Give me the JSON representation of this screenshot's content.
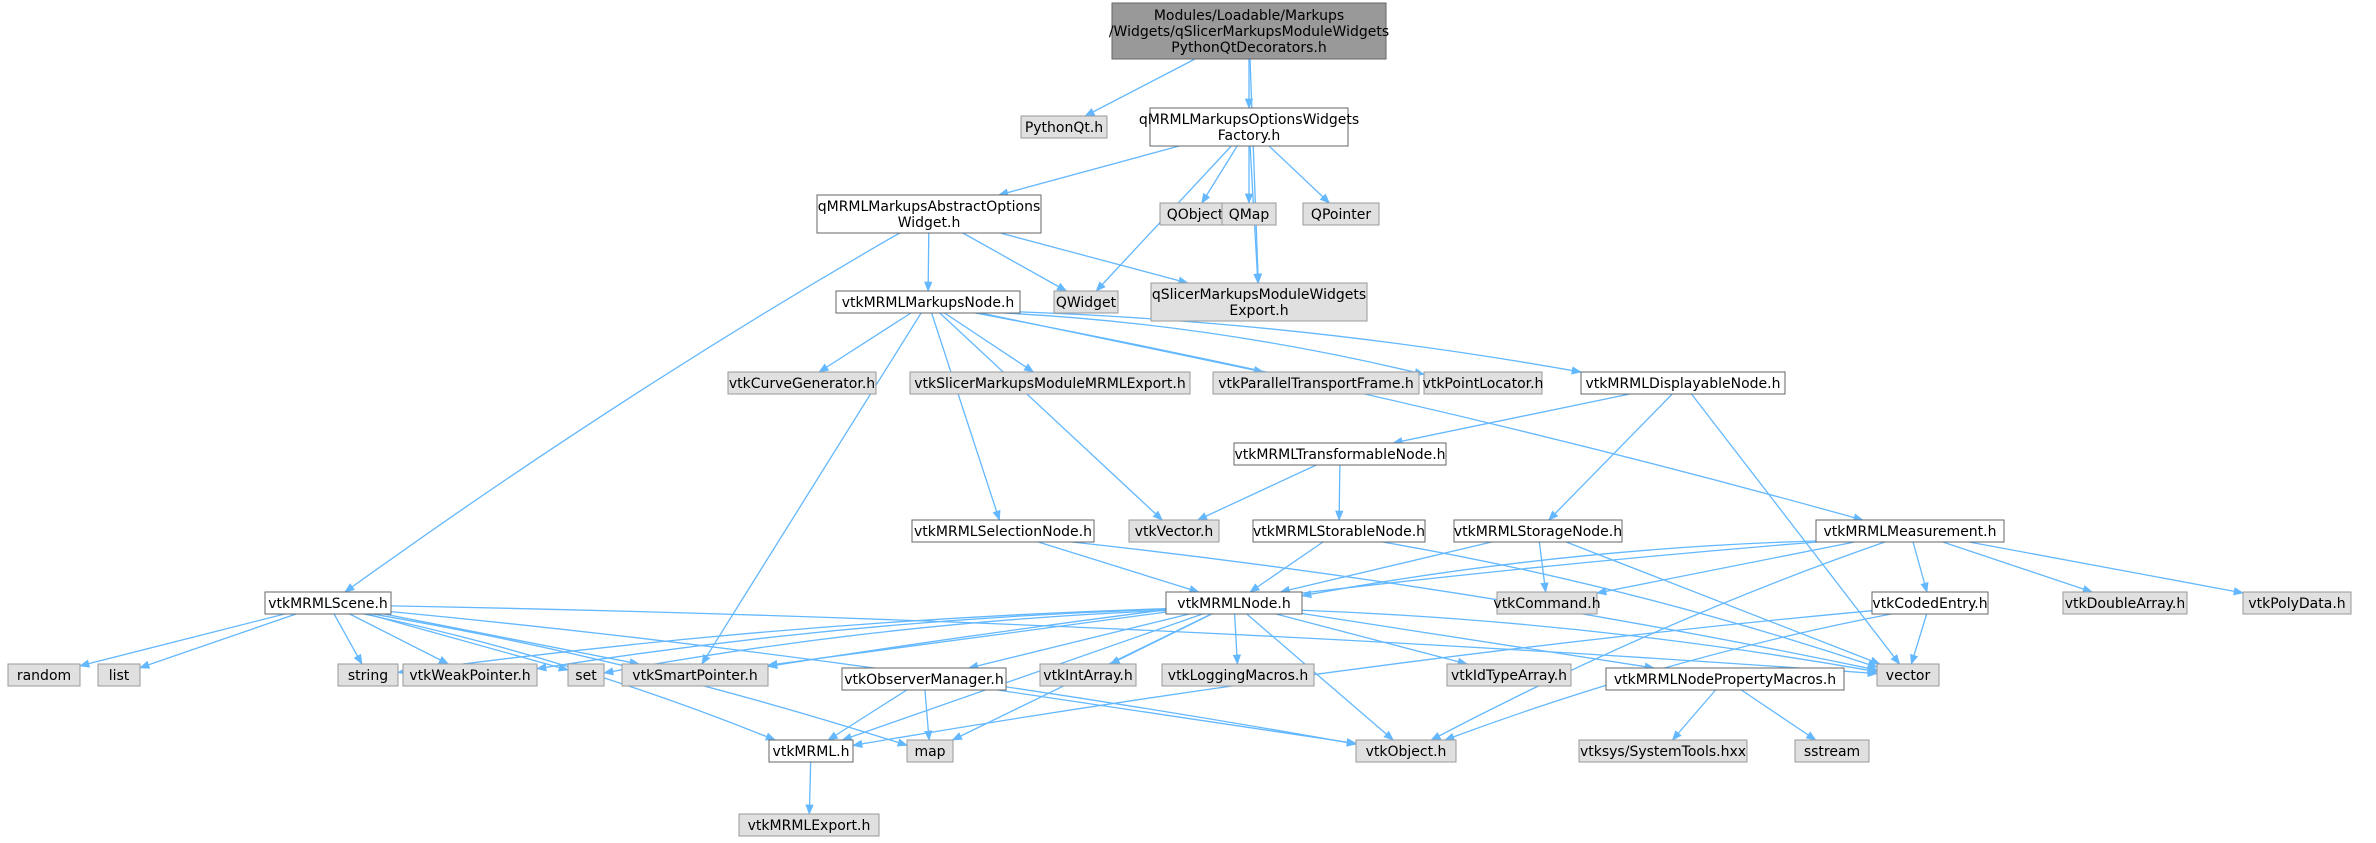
{
  "colors": {
    "root_fill": "#999999",
    "root_stroke": "#666666",
    "documented_fill": "#ffffff",
    "documented_stroke": "#666666",
    "external_fill": "#e0e0e0",
    "external_stroke": "#999999",
    "edge": "#63b8ff"
  },
  "nodes": [
    {
      "id": "root",
      "kind": "root",
      "lines": [
        "Modules/Loadable/Markups",
        "/Widgets/qSlicerMarkupsModuleWidgets",
        "PythonQtDecorators.h"
      ]
    },
    {
      "id": "pythonqt",
      "kind": "external",
      "lines": [
        "PythonQt.h"
      ]
    },
    {
      "id": "optfactory",
      "kind": "documented",
      "lines": [
        "qMRMLMarkupsOptionsWidgets",
        "Factory.h"
      ]
    },
    {
      "id": "abstractopt",
      "kind": "documented",
      "lines": [
        "qMRMLMarkupsAbstractOptions",
        "Widget.h"
      ]
    },
    {
      "id": "qobject",
      "kind": "external",
      "lines": [
        "QObject"
      ]
    },
    {
      "id": "qmap",
      "kind": "external",
      "lines": [
        "QMap"
      ]
    },
    {
      "id": "qpointer",
      "kind": "external",
      "lines": [
        "QPointer"
      ]
    },
    {
      "id": "qwidget",
      "kind": "external",
      "lines": [
        "QWidget"
      ]
    },
    {
      "id": "widgetsexport",
      "kind": "external",
      "lines": [
        "qSlicerMarkupsModuleWidgets",
        "Export.h"
      ]
    },
    {
      "id": "markupsnode",
      "kind": "documented",
      "lines": [
        "vtkMRMLMarkupsNode.h"
      ]
    },
    {
      "id": "curvegen",
      "kind": "external",
      "lines": [
        "vtkCurveGenerator.h"
      ]
    },
    {
      "id": "mrmlexport",
      "kind": "external",
      "lines": [
        "vtkSlicerMarkupsModuleMRMLExport.h"
      ]
    },
    {
      "id": "paralleltransport",
      "kind": "external",
      "lines": [
        "vtkParallelTransportFrame.h"
      ]
    },
    {
      "id": "pointlocator",
      "kind": "external",
      "lines": [
        "vtkPointLocator.h"
      ]
    },
    {
      "id": "displayable",
      "kind": "documented",
      "lines": [
        "vtkMRMLDisplayableNode.h"
      ]
    },
    {
      "id": "transformable",
      "kind": "documented",
      "lines": [
        "vtkMRMLTransformableNode.h"
      ]
    },
    {
      "id": "vtkvector",
      "kind": "external",
      "lines": [
        "vtkVector.h"
      ]
    },
    {
      "id": "selection",
      "kind": "documented",
      "lines": [
        "vtkMRMLSelectionNode.h"
      ]
    },
    {
      "id": "storable",
      "kind": "documented",
      "lines": [
        "vtkMRMLStorableNode.h"
      ]
    },
    {
      "id": "storage",
      "kind": "documented",
      "lines": [
        "vtkMRMLStorageNode.h"
      ]
    },
    {
      "id": "measurement",
      "kind": "documented",
      "lines": [
        "vtkMRMLMeasurement.h"
      ]
    },
    {
      "id": "scene",
      "kind": "documented",
      "lines": [
        "vtkMRMLScene.h"
      ]
    },
    {
      "id": "mrmlnode",
      "kind": "documented",
      "lines": [
        "vtkMRMLNode.h"
      ]
    },
    {
      "id": "vtkcommand",
      "kind": "external",
      "lines": [
        "vtkCommand.h"
      ]
    },
    {
      "id": "codedentry",
      "kind": "documented",
      "lines": [
        "vtkCodedEntry.h"
      ]
    },
    {
      "id": "doublearray",
      "kind": "external",
      "lines": [
        "vtkDoubleArray.h"
      ]
    },
    {
      "id": "polydata",
      "kind": "external",
      "lines": [
        "vtkPolyData.h"
      ]
    },
    {
      "id": "random",
      "kind": "external",
      "lines": [
        "random"
      ]
    },
    {
      "id": "list",
      "kind": "external",
      "lines": [
        "list"
      ]
    },
    {
      "id": "string",
      "kind": "external",
      "lines": [
        "string"
      ]
    },
    {
      "id": "weakpointer",
      "kind": "external",
      "lines": [
        "vtkWeakPointer.h"
      ]
    },
    {
      "id": "set",
      "kind": "external",
      "lines": [
        "set"
      ]
    },
    {
      "id": "smartpointer",
      "kind": "external",
      "lines": [
        "vtkSmartPointer.h"
      ]
    },
    {
      "id": "observermanager",
      "kind": "documented",
      "lines": [
        "vtkObserverManager.h"
      ]
    },
    {
      "id": "intarray",
      "kind": "external",
      "lines": [
        "vtkIntArray.h"
      ]
    },
    {
      "id": "loggingmacros",
      "kind": "external",
      "lines": [
        "vtkLoggingMacros.h"
      ]
    },
    {
      "id": "idtypearray",
      "kind": "external",
      "lines": [
        "vtkIdTypeArray.h"
      ]
    },
    {
      "id": "propertymacros",
      "kind": "documented",
      "lines": [
        "vtkMRMLNodePropertyMacros.h"
      ]
    },
    {
      "id": "vector",
      "kind": "external",
      "lines": [
        "vector"
      ]
    },
    {
      "id": "vtkmrml",
      "kind": "documented",
      "lines": [
        "vtkMRML.h"
      ]
    },
    {
      "id": "map",
      "kind": "external",
      "lines": [
        "map"
      ]
    },
    {
      "id": "vtkobject",
      "kind": "external",
      "lines": [
        "vtkObject.h"
      ]
    },
    {
      "id": "systemtools",
      "kind": "external",
      "lines": [
        "vtksys/SystemTools.hxx"
      ]
    },
    {
      "id": "sstream",
      "kind": "external",
      "lines": [
        "sstream"
      ]
    },
    {
      "id": "vtkmrmlexport",
      "kind": "external",
      "lines": [
        "vtkMRMLExport.h"
      ]
    }
  ],
  "edges": [
    [
      "root",
      "pythonqt"
    ],
    [
      "root",
      "optfactory"
    ],
    [
      "root",
      "widgetsexport"
    ],
    [
      "optfactory",
      "abstractopt"
    ],
    [
      "optfactory",
      "qobject"
    ],
    [
      "optfactory",
      "qmap"
    ],
    [
      "optfactory",
      "qpointer"
    ],
    [
      "optfactory",
      "qwidget"
    ],
    [
      "optfactory",
      "widgetsexport"
    ],
    [
      "abstractopt",
      "qwidget"
    ],
    [
      "abstractopt",
      "widgetsexport"
    ],
    [
      "abstractopt",
      "markupsnode"
    ],
    [
      "abstractopt",
      "scene"
    ],
    [
      "markupsnode",
      "curvegen"
    ],
    [
      "markupsnode",
      "mrmlexport"
    ],
    [
      "markupsnode",
      "paralleltransport"
    ],
    [
      "markupsnode",
      "pointlocator"
    ],
    [
      "markupsnode",
      "displayable"
    ],
    [
      "markupsnode",
      "measurement"
    ],
    [
      "markupsnode",
      "vtkvector"
    ],
    [
      "markupsnode",
      "selection"
    ],
    [
      "markupsnode",
      "smartpointer"
    ],
    [
      "displayable",
      "transformable"
    ],
    [
      "displayable",
      "storage"
    ],
    [
      "displayable",
      "vector"
    ],
    [
      "transformable",
      "vtkvector"
    ],
    [
      "transformable",
      "storable"
    ],
    [
      "selection",
      "mrmlnode"
    ],
    [
      "selection",
      "vector"
    ],
    [
      "storable",
      "mrmlnode"
    ],
    [
      "storable",
      "vector"
    ],
    [
      "storage",
      "mrmlnode"
    ],
    [
      "storage",
      "vtkcommand"
    ],
    [
      "storage",
      "vector"
    ],
    [
      "measurement",
      "mrmlnode"
    ],
    [
      "measurement",
      "vtkcommand"
    ],
    [
      "measurement",
      "codedentry"
    ],
    [
      "measurement",
      "doublearray"
    ],
    [
      "measurement",
      "polydata"
    ],
    [
      "measurement",
      "smartpointer"
    ],
    [
      "measurement",
      "vtkobject"
    ],
    [
      "codedentry",
      "vector"
    ],
    [
      "codedentry",
      "vtkobject"
    ],
    [
      "codedentry",
      "vtkmrml"
    ],
    [
      "scene",
      "random"
    ],
    [
      "scene",
      "list"
    ],
    [
      "scene",
      "string"
    ],
    [
      "scene",
      "weakpointer"
    ],
    [
      "scene",
      "set"
    ],
    [
      "scene",
      "smartpointer"
    ],
    [
      "scene",
      "vector"
    ],
    [
      "scene",
      "vtkmrml"
    ],
    [
      "scene",
      "map"
    ],
    [
      "scene",
      "vtkobject"
    ],
    [
      "mrmlnode",
      "string"
    ],
    [
      "mrmlnode",
      "weakpointer"
    ],
    [
      "mrmlnode",
      "set"
    ],
    [
      "mrmlnode",
      "smartpointer"
    ],
    [
      "mrmlnode",
      "observermanager"
    ],
    [
      "mrmlnode",
      "intarray"
    ],
    [
      "mrmlnode",
      "loggingmacros"
    ],
    [
      "mrmlnode",
      "idtypearray"
    ],
    [
      "mrmlnode",
      "propertymacros"
    ],
    [
      "mrmlnode",
      "vector"
    ],
    [
      "mrmlnode",
      "vtkmrml"
    ],
    [
      "mrmlnode",
      "map"
    ],
    [
      "mrmlnode",
      "vtkobject"
    ],
    [
      "observermanager",
      "vtkmrml"
    ],
    [
      "observermanager",
      "map"
    ],
    [
      "observermanager",
      "vtkobject"
    ],
    [
      "propertymacros",
      "systemtools"
    ],
    [
      "propertymacros",
      "sstream"
    ],
    [
      "vtkmrml",
      "vtkmrmlexport"
    ]
  ]
}
